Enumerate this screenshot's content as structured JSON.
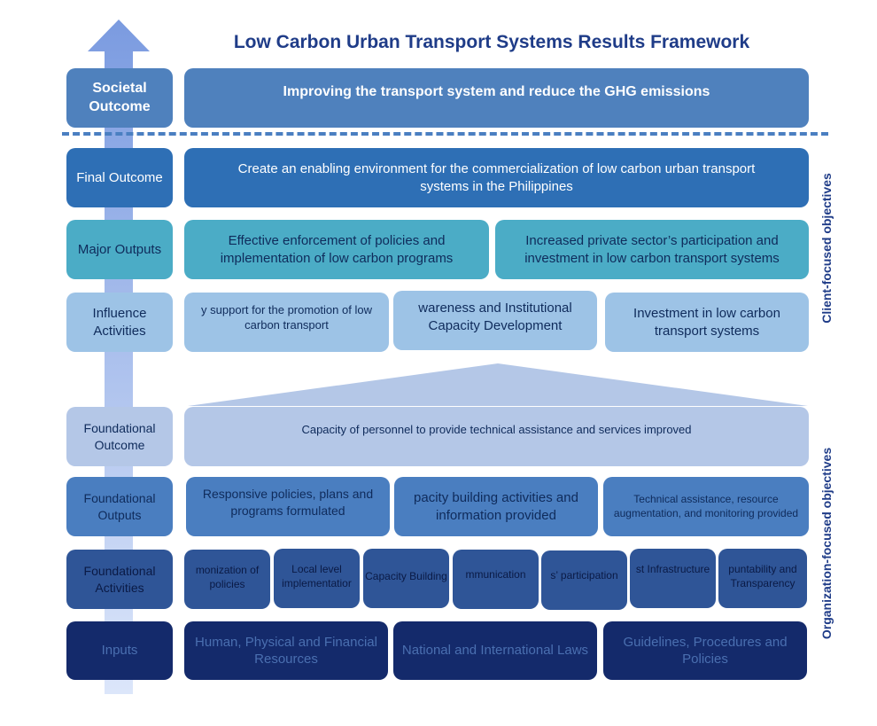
{
  "title": "Low Carbon Urban Transport Systems Results Framework",
  "side_labels": {
    "client": "Client-focused objectives",
    "organization": "Organization-focused objectives"
  },
  "levels": [
    {
      "label": "Societal Outcome",
      "items": [
        "Improving the transport system and reduce the GHG emissions"
      ]
    },
    {
      "label": "Final Outcome",
      "items": [
        "Create an enabling environment for the commercialization of low carbon urban transport systems in the Philippines"
      ]
    },
    {
      "label": "Major Outputs",
      "items": [
        "Effective enforcement of policies and implementation of low carbon programs",
        "Increased private sector’s participation and investment in low carbon transport systems"
      ]
    },
    {
      "label": "Influence Activities",
      "items": [
        "y support for the promotion of low carbon transport",
        "wareness and Institutional Capacity Development",
        "Investment in low carbon transport systems"
      ]
    },
    {
      "label": "Foundational Outcome",
      "items": [
        "Capacity of personnel to provide technical assistance and services improved"
      ]
    },
    {
      "label": "Foundational Outputs",
      "items": [
        "Responsive policies, plans and programs formulated",
        "pacity building activities and information provided",
        "Technical assistance, resource augmentation, and monitoring provided"
      ]
    },
    {
      "label": "Foundational Activities",
      "items": [
        "monization of policies",
        "Local level implementatior",
        "Capacity Building",
        "mmunication",
        "s’ participation",
        "st Infrastructure",
        "puntability and Transparency"
      ]
    },
    {
      "label": "Inputs",
      "items": [
        "Human, Physical and Financial Resources",
        "National and International Laws",
        "Guidelines, Procedures and Policies"
      ]
    }
  ],
  "colors": {
    "title": "#1f3c88",
    "societal": "#4f81bd",
    "final": "#2e6fb5",
    "major": "#4bacc6",
    "influence": "#9dc3e6",
    "found_outcome": "#b4c7e7",
    "found_outputs": "#4a7ec0",
    "found_activities": "#2f5597",
    "inputs": "#142a6b"
  }
}
